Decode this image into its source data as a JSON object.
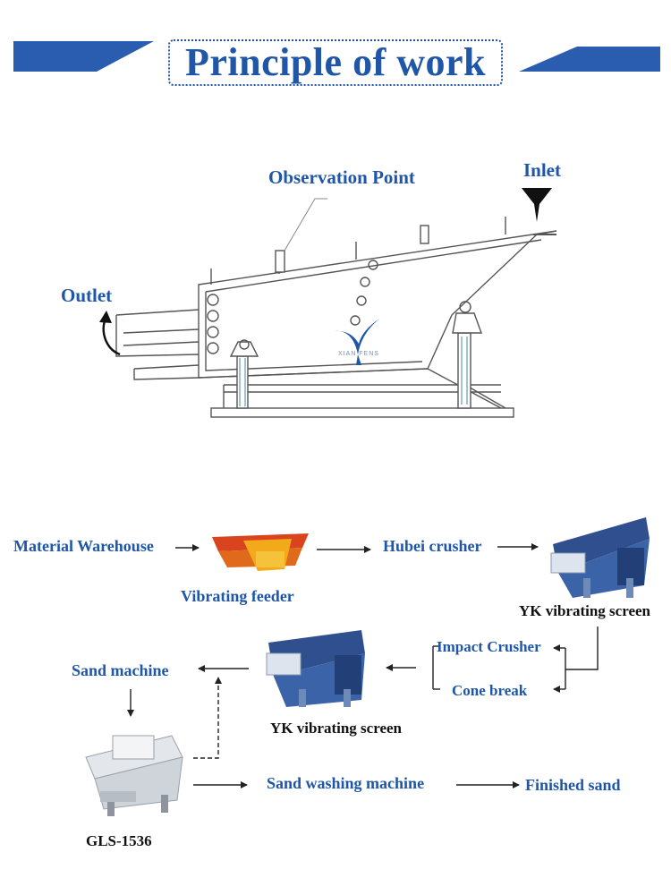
{
  "header": {
    "title": "Principle of work"
  },
  "colors": {
    "accent_blue": "#1f56a8",
    "banner_blue": "#2a5db0",
    "line_gray": "#555555"
  },
  "machine_diagram": {
    "observation_point": "Observation Point",
    "inlet": "Inlet",
    "outlet": "Outlet",
    "logo_text": "XIAN FENS"
  },
  "process_flow": {
    "material_warehouse": "Material Warehouse",
    "vibrating_feeder": "Vibrating feeder",
    "hubei_crusher": "Hubei crusher",
    "yk_screen_1": "YK vibrating screen",
    "impact_crusher": "Impact Crusher",
    "cone_break": "Cone break",
    "yk_screen_2": "YK vibrating screen",
    "sand_machine": "Sand machine",
    "gls_model": "GLS-1536",
    "sand_washing_machine": "Sand washing machine",
    "finished_sand": "Finished sand"
  }
}
